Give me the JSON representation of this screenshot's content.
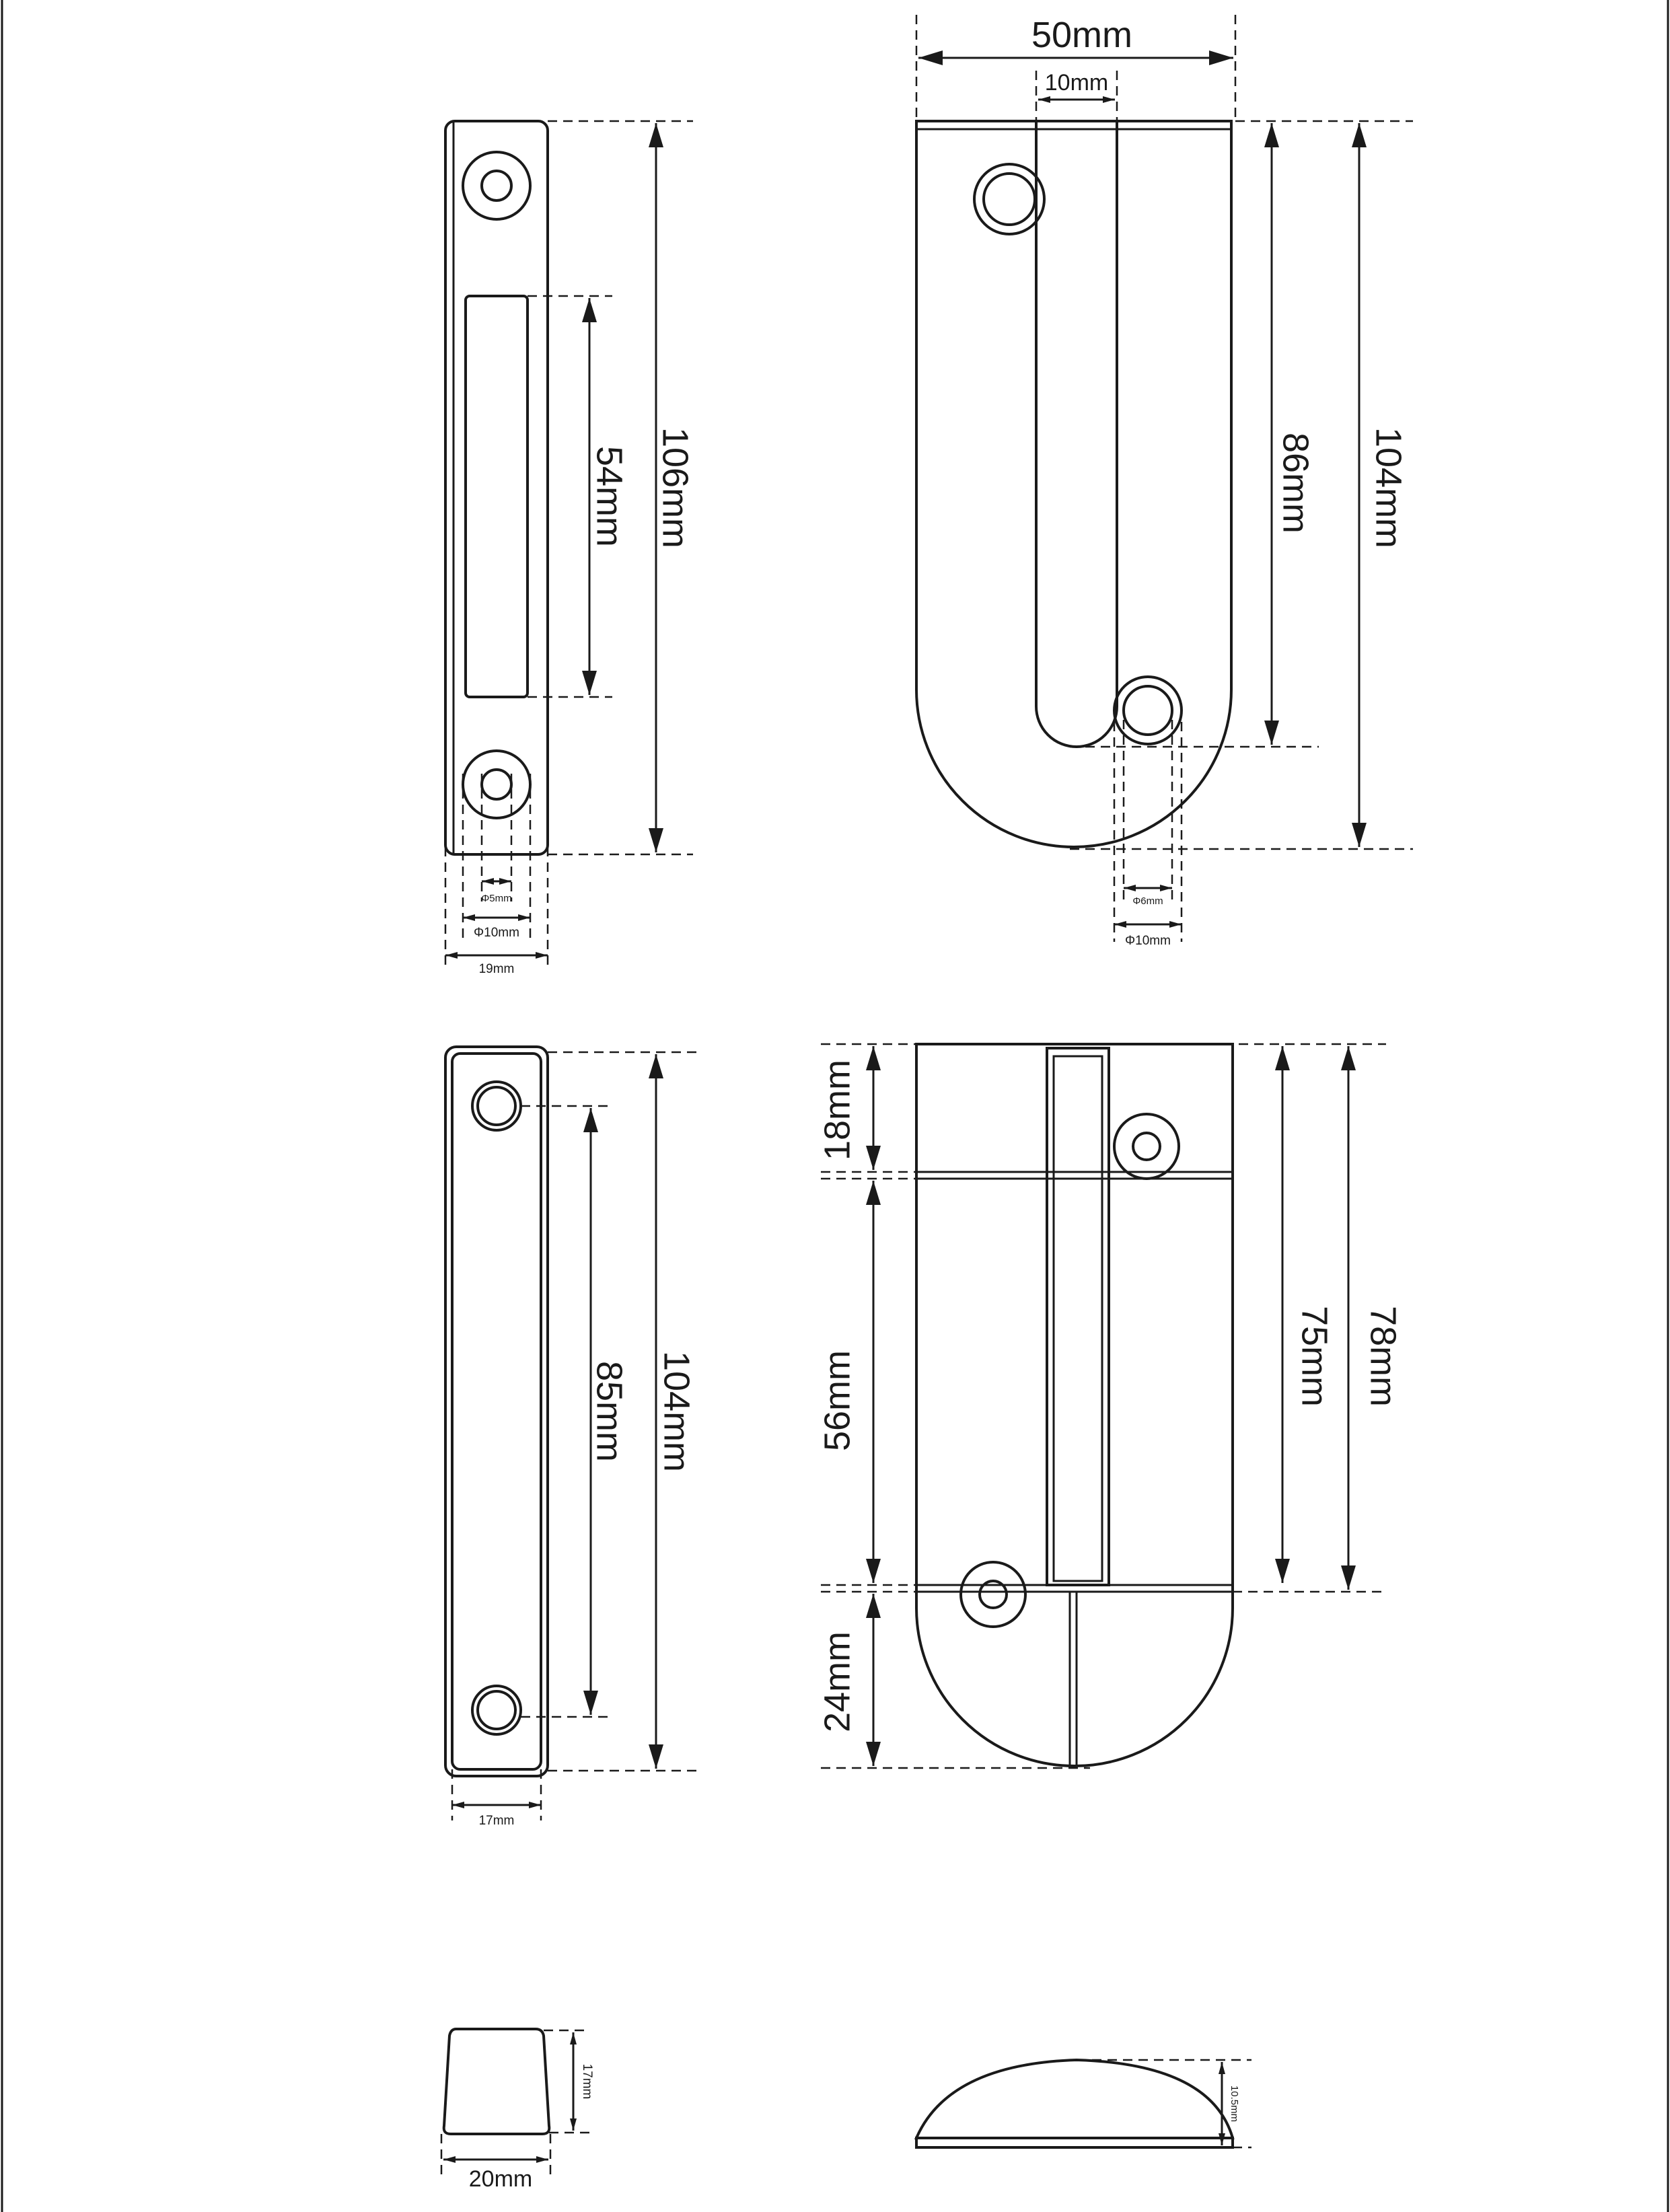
{
  "views": {
    "strike_plate_front": {
      "height": "106mm",
      "slot_length": "54mm",
      "width": "19mm",
      "hole_outer": "Φ10mm",
      "hole_inner": "Φ5mm"
    },
    "hook_body_top": {
      "width": "50mm",
      "slot_width": "10mm",
      "slot_depth": "86mm",
      "height": "104mm",
      "hole_outer": "Φ10mm",
      "hole_inner": "Φ6mm"
    },
    "strike_plate_back": {
      "height": "104mm",
      "hole_spacing": "85mm",
      "width": "17mm"
    },
    "hook_body_bottom": {
      "segment_top": "18mm",
      "segment_middle": "56mm",
      "segment_bottom": "24mm",
      "inner_height": "75mm",
      "outer_height": "78mm"
    },
    "strike_plate_side": {
      "height": "17mm",
      "width": "20mm"
    },
    "hook_body_side": {
      "height": "10.5mm"
    }
  }
}
